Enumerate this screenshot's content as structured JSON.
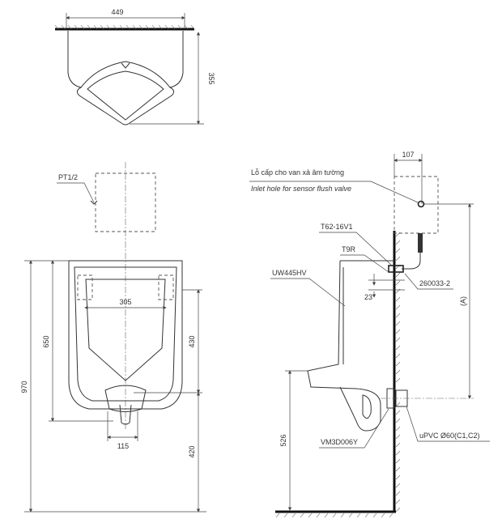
{
  "top_view": {
    "width_dim": "449",
    "depth_dim": "355"
  },
  "front_view": {
    "pipe_label": "PT1/2",
    "bolt_spacing_dim": "305",
    "height_dim": "650",
    "total_height_dim": "970",
    "outlet_height_dim": "430",
    "outlet_floor_dim": "420",
    "outlet_width_dim": "115"
  },
  "side_view": {
    "inlet_label_vi": "Lỗ cấp cho van xả âm tường",
    "inlet_label_en": "Inlet hole for sensor flush valve",
    "offset_dim": "107",
    "part_t62": "T62-16V1",
    "part_t9r": "T9R",
    "part_urinal": "UW445HV",
    "part_260033": "260033-2",
    "gap_dim": "23",
    "a_dim": "(A)",
    "rim_height_dim": "526",
    "part_trap": "VM3D006Y",
    "drain_label": "uPVC Ø60(C1,C2)"
  }
}
